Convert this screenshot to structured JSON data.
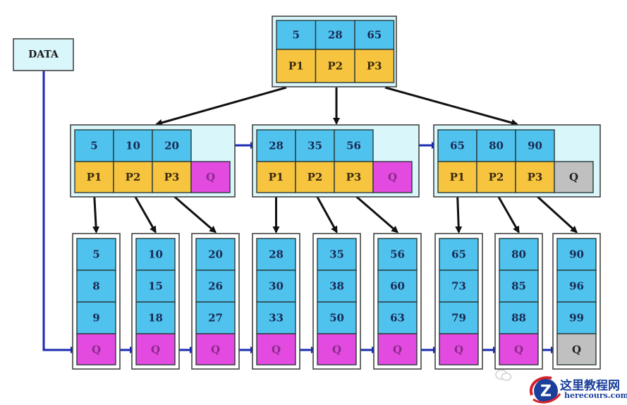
{
  "colors": {
    "key_cell": "#4fc3ee",
    "pointer_cell": "#f6c43e",
    "q_link": "#e24ae0",
    "q_null": "#c0c0c0",
    "node_frame_bg": "#d9f6fb",
    "leaf_frame_bg": "#ffffff",
    "tree_arrow": "#111111",
    "link_arrow": "#1a2bb0",
    "data_box_bg": "#d9f6fb"
  },
  "data_box": {
    "label": "DATA"
  },
  "root": {
    "keys": [
      "5",
      "28",
      "65"
    ],
    "pointers": [
      "P1",
      "P2",
      "P3"
    ]
  },
  "internal_nodes": [
    {
      "keys": [
        "5",
        "10",
        "20"
      ],
      "pointers": [
        "P1",
        "P2",
        "P3"
      ],
      "q": "Q",
      "q_links_next": true
    },
    {
      "keys": [
        "28",
        "35",
        "56"
      ],
      "pointers": [
        "P1",
        "P2",
        "P3"
      ],
      "q": "Q",
      "q_links_next": true
    },
    {
      "keys": [
        "65",
        "80",
        "90"
      ],
      "pointers": [
        "P1",
        "P2",
        "P3"
      ],
      "q": "Q",
      "q_links_next": false
    }
  ],
  "leaf_nodes": [
    {
      "keys": [
        "5",
        "8",
        "9"
      ],
      "q": "Q",
      "q_links_next": true
    },
    {
      "keys": [
        "10",
        "15",
        "18"
      ],
      "q": "Q",
      "q_links_next": true
    },
    {
      "keys": [
        "20",
        "26",
        "27"
      ],
      "q": "Q",
      "q_links_next": true
    },
    {
      "keys": [
        "28",
        "30",
        "33"
      ],
      "q": "Q",
      "q_links_next": true
    },
    {
      "keys": [
        "35",
        "38",
        "50"
      ],
      "q": "Q",
      "q_links_next": true
    },
    {
      "keys": [
        "56",
        "60",
        "63"
      ],
      "q": "Q",
      "q_links_next": true
    },
    {
      "keys": [
        "65",
        "73",
        "79"
      ],
      "q": "Q",
      "q_links_next": true
    },
    {
      "keys": [
        "80",
        "85",
        "88"
      ],
      "q": "Q",
      "q_links_next": true
    },
    {
      "keys": [
        "90",
        "96",
        "99"
      ],
      "q": "Q",
      "q_links_next": false
    }
  ],
  "watermark": {
    "site_title": "这里教程网",
    "site_url": "herecours.com",
    "logo_letter": "Z"
  }
}
